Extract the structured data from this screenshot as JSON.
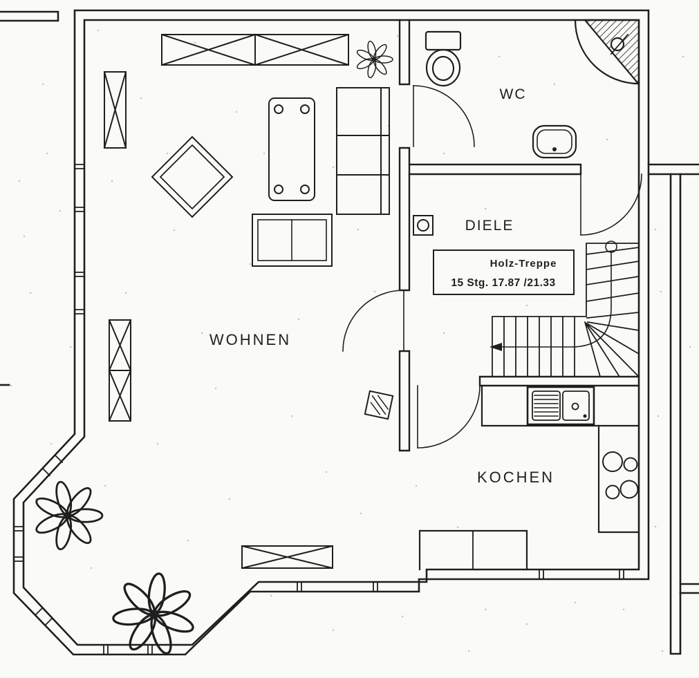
{
  "colors": {
    "ink": "#1f1f1f",
    "paper": "#fafaf7",
    "speckle": "#8a8a8a"
  },
  "labels": {
    "wohnen": "WOHNEN",
    "wc": "WC",
    "diele": "DIELE",
    "kochen": "KOCHEN"
  },
  "stair_note": {
    "line1": "Holz-Treppe",
    "line2": "15 Stg. 17.87 /21.33"
  }
}
